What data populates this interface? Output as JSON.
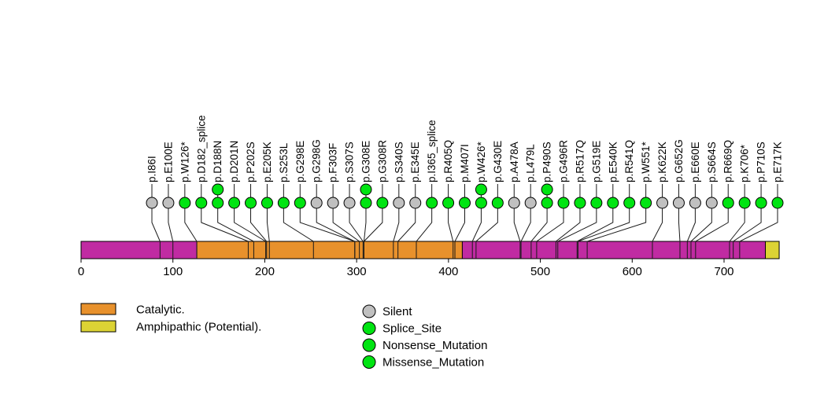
{
  "chart_data": {
    "type": "lollipop",
    "description": "Protein mutation lollipop plot",
    "xlim": [
      0,
      760
    ],
    "axis_ticks": [
      0,
      100,
      200,
      300,
      400,
      500,
      600,
      700
    ],
    "backbone_color": "#C02BA2",
    "connector_color": "#1a1a1a",
    "domains": [
      {
        "name": "catalytic",
        "start": 126,
        "end": 415,
        "color": "#E8912C"
      },
      {
        "name": "amphipathic",
        "start": 745,
        "end": 760,
        "color": "#DCD334"
      }
    ],
    "category_colors": {
      "Silent": "#C0C0C0",
      "Splice_Site": "#00E412",
      "Nonsense_Mutation": "#00E412",
      "Missense_Mutation": "#00E412"
    },
    "mutations": [
      {
        "label": "p.I86I",
        "pos": 86,
        "type": "Silent",
        "count": 1
      },
      {
        "label": "p.E100E",
        "pos": 100,
        "type": "Silent",
        "count": 1
      },
      {
        "label": "p.W126*",
        "pos": 126,
        "type": "Nonsense_Mutation",
        "count": 1
      },
      {
        "label": "p.D182_splice",
        "pos": 182,
        "type": "Splice_Site",
        "count": 1
      },
      {
        "label": "p.D188N",
        "pos": 188,
        "type": "Missense_Mutation",
        "count": 2
      },
      {
        "label": "p.D201N",
        "pos": 201,
        "type": "Missense_Mutation",
        "count": 1
      },
      {
        "label": "p.P202S",
        "pos": 202,
        "type": "Missense_Mutation",
        "count": 1
      },
      {
        "label": "p.E205K",
        "pos": 205,
        "type": "Missense_Mutation",
        "count": 1
      },
      {
        "label": "p.S253L",
        "pos": 253,
        "type": "Missense_Mutation",
        "count": 1
      },
      {
        "label": "p.G298E",
        "pos": 298,
        "type": "Missense_Mutation",
        "count": 1
      },
      {
        "label": "p.G298G",
        "pos": 298,
        "type": "Silent",
        "count": 1
      },
      {
        "label": "p.F303F",
        "pos": 303,
        "type": "Silent",
        "count": 1
      },
      {
        "label": "p.S307S",
        "pos": 307,
        "type": "Silent",
        "count": 1
      },
      {
        "label": "p.G308E",
        "pos": 308,
        "type": "Missense_Mutation",
        "count": 2
      },
      {
        "label": "p.G308R",
        "pos": 308,
        "type": "Missense_Mutation",
        "count": 1
      },
      {
        "label": "p.S340S",
        "pos": 340,
        "type": "Silent",
        "count": 1
      },
      {
        "label": "p.E345E",
        "pos": 345,
        "type": "Silent",
        "count": 1
      },
      {
        "label": "p.I365_splice",
        "pos": 365,
        "type": "Splice_Site",
        "count": 1
      },
      {
        "label": "p.R405Q",
        "pos": 405,
        "type": "Missense_Mutation",
        "count": 1
      },
      {
        "label": "p.M407I",
        "pos": 407,
        "type": "Missense_Mutation",
        "count": 1
      },
      {
        "label": "p.W426*",
        "pos": 426,
        "type": "Nonsense_Mutation",
        "count": 2
      },
      {
        "label": "p.G430E",
        "pos": 430,
        "type": "Missense_Mutation",
        "count": 1
      },
      {
        "label": "p.A478A",
        "pos": 478,
        "type": "Silent",
        "count": 1
      },
      {
        "label": "p.L479L",
        "pos": 479,
        "type": "Silent",
        "count": 1
      },
      {
        "label": "p.P490S",
        "pos": 490,
        "type": "Missense_Mutation",
        "count": 2
      },
      {
        "label": "p.G496R",
        "pos": 496,
        "type": "Missense_Mutation",
        "count": 1
      },
      {
        "label": "p.R517Q",
        "pos": 517,
        "type": "Missense_Mutation",
        "count": 1
      },
      {
        "label": "p.G519E",
        "pos": 519,
        "type": "Missense_Mutation",
        "count": 1
      },
      {
        "label": "p.E540K",
        "pos": 540,
        "type": "Missense_Mutation",
        "count": 1
      },
      {
        "label": "p.R541Q",
        "pos": 541,
        "type": "Missense_Mutation",
        "count": 1
      },
      {
        "label": "p.W551*",
        "pos": 551,
        "type": "Nonsense_Mutation",
        "count": 1
      },
      {
        "label": "p.K622K",
        "pos": 622,
        "type": "Silent",
        "count": 1
      },
      {
        "label": "p.G652G",
        "pos": 652,
        "type": "Silent",
        "count": 1
      },
      {
        "label": "p.E660E",
        "pos": 660,
        "type": "Silent",
        "count": 1
      },
      {
        "label": "p.S664S",
        "pos": 664,
        "type": "Silent",
        "count": 1
      },
      {
        "label": "p.R669Q",
        "pos": 669,
        "type": "Missense_Mutation",
        "count": 1
      },
      {
        "label": "p.K706*",
        "pos": 706,
        "type": "Nonsense_Mutation",
        "count": 1
      },
      {
        "label": "p.P710S",
        "pos": 710,
        "type": "Missense_Mutation",
        "count": 1
      },
      {
        "label": "p.E717K",
        "pos": 717,
        "type": "Missense_Mutation",
        "count": 1
      }
    ],
    "legend_domains": [
      {
        "label": "Catalytic.",
        "color": "#E8912C"
      },
      {
        "label": "Amphipathic (Potential).",
        "color": "#DCD334"
      }
    ],
    "legend_categories": [
      {
        "label": "Silent",
        "color": "#C0C0C0"
      },
      {
        "label": "Splice_Site",
        "color": "#00E412"
      },
      {
        "label": "Nonsense_Mutation",
        "color": "#00E412"
      },
      {
        "label": "Missense_Mutation",
        "color": "#00E412"
      }
    ]
  }
}
